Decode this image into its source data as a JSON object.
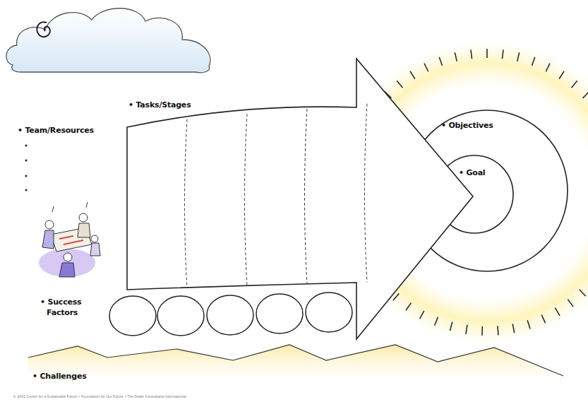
{
  "diagram": {
    "nodes": [
      {
        "text": [
          "• Tasks/Stages"
        ]
      },
      {
        "text": [
          "• Objectives"
        ]
      },
      {
        "text": [
          "• Goal"
        ],
        "in": 1
      }
    ],
    "labels": [
      "• Team/Resources",
      "• Success Factors",
      "• Challenges",
      "© 2001 Center for a Sustainable Future • Foundation for Our Future • The Drake Consultants International"
    ]
  }
}
